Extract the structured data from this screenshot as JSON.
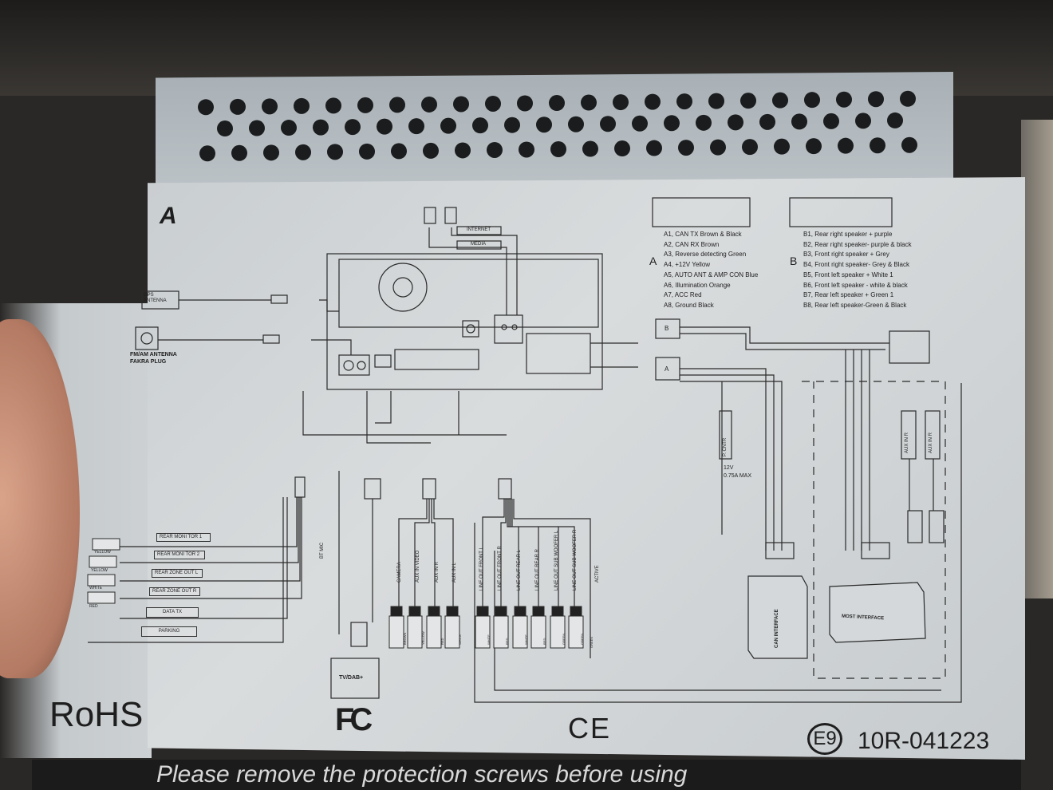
{
  "plate_letter": "A",
  "top_connectors": {
    "internet": "INTERNET",
    "media": "MEDIA"
  },
  "antennas": {
    "gps": "GPS ANTENNA",
    "fm": "FM/AM ANTENNA",
    "fm2": "FAKRA PLUG"
  },
  "connector_a": {
    "letter": "A",
    "pins": [
      "A1, CAN TX Brown & Black",
      "A2, CAN RX Brown",
      "A3, Reverse detecting Green",
      "A4, +12V  Yellow",
      "A5, AUTO ANT & AMP CON  Blue",
      "A6, Illumination Orange",
      "A7, ACC Red",
      "A8, Ground Black"
    ]
  },
  "connector_b": {
    "letter": "B",
    "pins": [
      "B1, Rear right speaker + purple",
      "B2, Rear right speaker- purple & black",
      "B3, Front right speaker + Grey",
      "B4, Front right speaker- Grey & Black",
      "B5, Front left speaker + White 1",
      "B6, Front left speaker - white & black",
      "B7, Rear left speaker + Green 1",
      "B8, Rear left speaker-Green & Black"
    ]
  },
  "plug_labels": {
    "a": "A",
    "b": "B"
  },
  "left_outputs": [
    {
      "label": "REAR MONI TOR 1",
      "color": "YELLOW"
    },
    {
      "label": "REAR MONI TOR 2",
      "color": "YELLOW"
    },
    {
      "label": "REAR ZONE OUT L",
      "color": "WHITE"
    },
    {
      "label": "REAR ZONE OUT R",
      "color": "RED"
    },
    {
      "label": "DATA TX",
      "color": ""
    },
    {
      "label": "PARKING",
      "color": ""
    }
  ],
  "bt_mic": "BT MIC",
  "tv_dab": "TV/DAB+",
  "inputs": [
    {
      "label": "CAMERA",
      "color": "BROWN"
    },
    {
      "label": "AUX IN VIDEO",
      "color": "YELLOW"
    },
    {
      "label": "AUX IN R",
      "color": "RED"
    },
    {
      "label": "AUX IN L",
      "color": "WHITE"
    }
  ],
  "line_outs": [
    {
      "label": "LINE OUT FRONT L",
      "color": "WHITE"
    },
    {
      "label": "LINE OUT FRONT R",
      "color": "RED"
    },
    {
      "label": "LINE OUT REAR L",
      "color": "WHITE"
    },
    {
      "label": "LINE OUT REAR R",
      "color": "RED"
    },
    {
      "label": "LINE OUT SUB WOOFER L",
      "color": "GREEN"
    },
    {
      "label": "LINE OUT SUB WOOFER R",
      "color": "GREEN"
    }
  ],
  "active": {
    "label": "ACTIVE",
    "color": "GREEN"
  },
  "power": {
    "label": "P. CNTR",
    "spec1": "12V",
    "spec2": "0.75A MAX"
  },
  "aux_right": [
    "AUX IN R",
    "AUX IN R"
  ],
  "interfaces": {
    "can": "CAN INTERFACE",
    "most": "MOST INTERFACE"
  },
  "marks": {
    "rohs": "RoHS",
    "fc": "FC",
    "ce": "CE",
    "e_mark": "E9",
    "approval": "10R-041223"
  },
  "warning_strip": "Please remove  the protection  screws before using"
}
